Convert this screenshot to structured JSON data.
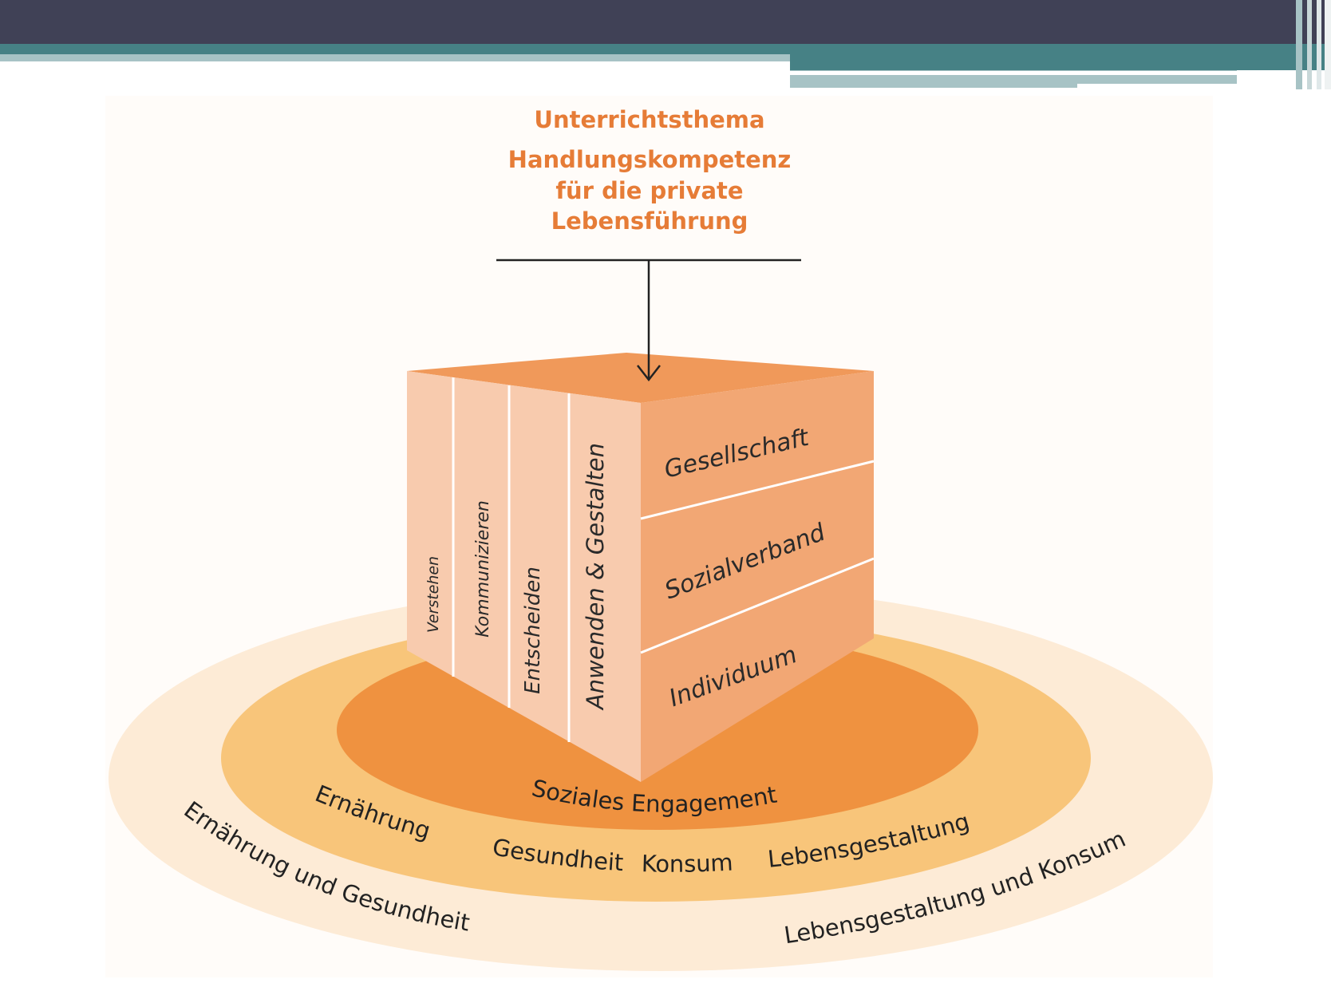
{
  "title": {
    "topic": "Unterrichtsthema",
    "lines": [
      "Handlungskompetenz",
      "für die private",
      "Lebensführung"
    ]
  },
  "cube": {
    "front_columns": [
      "Verstehen",
      "Kommunizieren",
      "Entscheiden",
      "Anwenden & Gestalten"
    ],
    "side_rows": [
      "Gesellschaft",
      "Sozialverband",
      "Individuum"
    ]
  },
  "rings": {
    "inner": "Soziales Engagement",
    "middle": [
      "Ernährung",
      "Gesundheit",
      "Konsum",
      "Lebensgestaltung"
    ],
    "outer_left": "Ernährung und Gesundheit",
    "outer_right": "Lebensgestaltung und Konsum"
  },
  "colors": {
    "header_dark": "#404156",
    "header_teal": "#468185",
    "header_light": "#a7c3c5",
    "title_orange": "#e67c37",
    "outer_ring": "#fdebd6",
    "middle_ring": "#f8c57a",
    "inner_disc": "#ef9240",
    "cube_top": "#f0995a",
    "cube_front": "#f8cbae",
    "cube_side": "#f2a774"
  }
}
